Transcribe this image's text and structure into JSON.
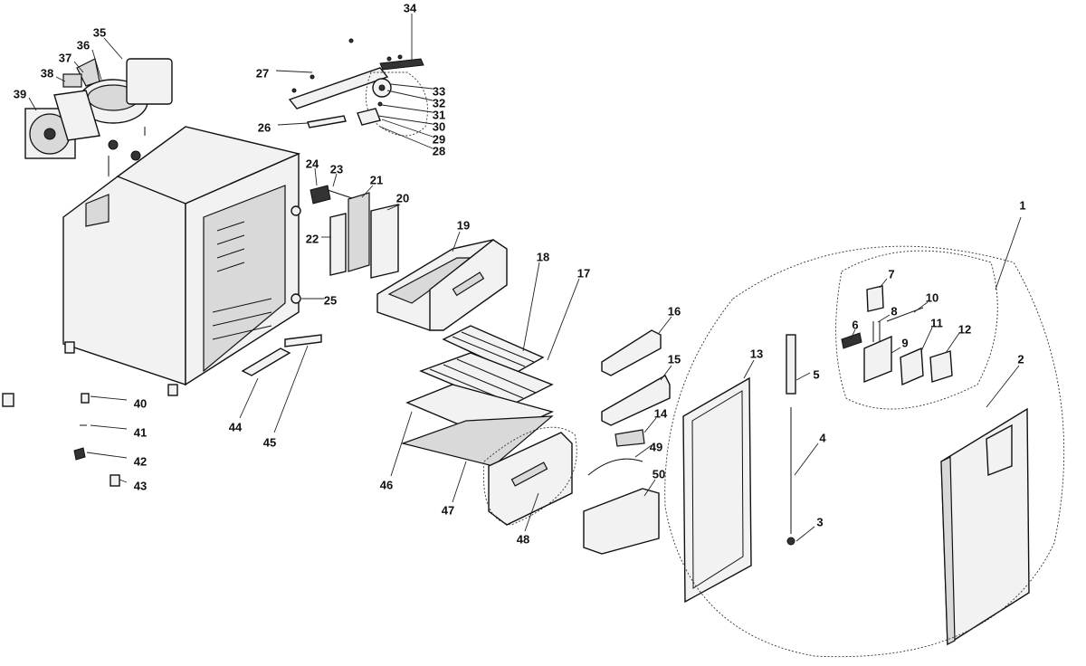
{
  "callouts": [
    {
      "id": "1",
      "label": "1"
    },
    {
      "id": "2",
      "label": "2"
    },
    {
      "id": "3",
      "label": "3"
    },
    {
      "id": "4",
      "label": "4"
    },
    {
      "id": "5",
      "label": "5"
    },
    {
      "id": "6",
      "label": "6"
    },
    {
      "id": "7",
      "label": "7"
    },
    {
      "id": "8",
      "label": "8"
    },
    {
      "id": "9",
      "label": "9"
    },
    {
      "id": "10",
      "label": "10"
    },
    {
      "id": "11",
      "label": "11"
    },
    {
      "id": "12",
      "label": "12"
    },
    {
      "id": "13",
      "label": "13"
    },
    {
      "id": "14",
      "label": "14"
    },
    {
      "id": "15",
      "label": "15"
    },
    {
      "id": "16",
      "label": "16"
    },
    {
      "id": "17",
      "label": "17"
    },
    {
      "id": "18",
      "label": "18"
    },
    {
      "id": "19",
      "label": "19"
    },
    {
      "id": "20",
      "label": "20"
    },
    {
      "id": "21",
      "label": "21"
    },
    {
      "id": "22",
      "label": "22"
    },
    {
      "id": "23",
      "label": "23"
    },
    {
      "id": "24",
      "label": "24"
    },
    {
      "id": "25",
      "label": "25"
    },
    {
      "id": "26",
      "label": "26"
    },
    {
      "id": "27",
      "label": "27"
    },
    {
      "id": "28",
      "label": "28"
    },
    {
      "id": "29",
      "label": "29"
    },
    {
      "id": "30",
      "label": "30"
    },
    {
      "id": "31",
      "label": "31"
    },
    {
      "id": "32",
      "label": "32"
    },
    {
      "id": "33",
      "label": "33"
    },
    {
      "id": "34",
      "label": "34"
    },
    {
      "id": "35",
      "label": "35"
    },
    {
      "id": "36",
      "label": "36"
    },
    {
      "id": "37",
      "label": "37"
    },
    {
      "id": "38",
      "label": "38"
    },
    {
      "id": "39",
      "label": "39"
    },
    {
      "id": "40",
      "label": "40"
    },
    {
      "id": "41",
      "label": "41"
    },
    {
      "id": "42",
      "label": "42"
    },
    {
      "id": "43",
      "label": "43"
    },
    {
      "id": "44",
      "label": "44"
    },
    {
      "id": "45",
      "label": "45"
    },
    {
      "id": "46",
      "label": "46"
    },
    {
      "id": "47",
      "label": "47"
    },
    {
      "id": "48",
      "label": "48"
    },
    {
      "id": "49",
      "label": "49"
    },
    {
      "id": "50",
      "label": "50"
    }
  ]
}
